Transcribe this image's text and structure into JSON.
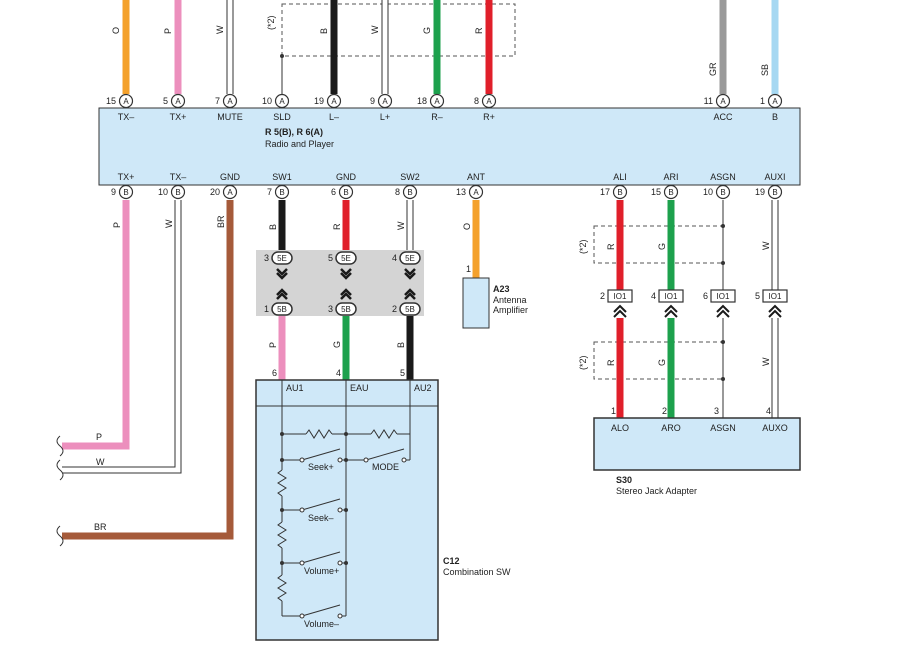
{
  "colors": {
    "box_fill": "#cfe8f8",
    "gray_block": "#d4d4d4",
    "orange": "#f4a12c",
    "pink": "#ec8fbd",
    "black": "#1a1a1a",
    "green": "#1da14d",
    "red": "#e01f2a",
    "gray": "#9a9a9a",
    "skyblue": "#a6d8f2",
    "brown": "#a55a3a",
    "white_wire": "#ffffff"
  },
  "radio": {
    "title": "R 5(B), R 6(A)",
    "subtitle": "Radio and Player",
    "top_pins": [
      {
        "num": "15",
        "conn": "A",
        "name": "TX–",
        "wire": "O"
      },
      {
        "num": "5",
        "conn": "A",
        "name": "TX+",
        "wire": "P"
      },
      {
        "num": "7",
        "conn": "A",
        "name": "MUTE",
        "wire": "W"
      },
      {
        "num": "10",
        "conn": "A",
        "name": "SLD",
        "wire": ""
      },
      {
        "num": "19",
        "conn": "A",
        "name": "L–",
        "wire": "B"
      },
      {
        "num": "9",
        "conn": "A",
        "name": "L+",
        "wire": "W"
      },
      {
        "num": "18",
        "conn": "A",
        "name": "R–",
        "wire": "G"
      },
      {
        "num": "8",
        "conn": "A",
        "name": "R+",
        "wire": "R"
      },
      {
        "num": "11",
        "conn": "A",
        "name": "ACC",
        "wire": "GR"
      },
      {
        "num": "1",
        "conn": "A",
        "name": "B",
        "wire": "SB"
      }
    ],
    "bottom_pins": [
      {
        "num": "9",
        "conn": "B",
        "name": "TX+",
        "wire": "P"
      },
      {
        "num": "10",
        "conn": "B",
        "name": "TX–",
        "wire": "W"
      },
      {
        "num": "20",
        "conn": "A",
        "name": "GND",
        "wire": "BR"
      },
      {
        "num": "7",
        "conn": "B",
        "name": "SW1",
        "wire": "B"
      },
      {
        "num": "6",
        "conn": "B",
        "name": "GND",
        "wire": "R"
      },
      {
        "num": "8",
        "conn": "B",
        "name": "SW2",
        "wire": "W"
      },
      {
        "num": "13",
        "conn": "A",
        "name": "ANT",
        "wire": "O"
      },
      {
        "num": "17",
        "conn": "B",
        "name": "ALI",
        "wire": "R"
      },
      {
        "num": "15",
        "conn": "B",
        "name": "ARI",
        "wire": "G"
      },
      {
        "num": "10",
        "conn": "B",
        "name": "ASGN",
        "wire": ""
      },
      {
        "num": "19",
        "conn": "B",
        "name": "AUXI",
        "wire": "W"
      }
    ]
  },
  "shield_note": "(*2)",
  "junction": {
    "upper_pins": [
      "3",
      "5",
      "4"
    ],
    "lower_pins": [
      "1",
      "3",
      "2"
    ],
    "upper_conn": "5E",
    "lower_conn": "5B",
    "wires": [
      "P",
      "G",
      "B"
    ],
    "comb_pins": [
      "6",
      "4",
      "5"
    ]
  },
  "antenna": {
    "id": "A23",
    "name_line1": "Antenna",
    "name_line2": "Amplifier",
    "pin": "1"
  },
  "combo": {
    "id": "C12",
    "name": "Combination SW",
    "terminals": [
      "AU1",
      "EAU",
      "AU2"
    ],
    "switches": [
      "Seek+",
      "MODE",
      "Seek–",
      "Volume+",
      "Volume–"
    ]
  },
  "jack": {
    "id": "S30",
    "name": "Stereo Jack Adapter",
    "conn": "IO1",
    "upper_pins": [
      "2",
      "4",
      "6",
      "5"
    ],
    "wires_upper": [
      "R",
      "G",
      "",
      "W"
    ],
    "wires_lower": [
      "R",
      "G",
      "",
      "W"
    ],
    "terminals": [
      {
        "num": "1",
        "name": "ALO"
      },
      {
        "num": "2",
        "name": "ARO"
      },
      {
        "num": "3",
        "name": "ASGN"
      },
      {
        "num": "4",
        "name": "AUXO"
      }
    ]
  },
  "left_wires": [
    "P",
    "W",
    "BR"
  ]
}
